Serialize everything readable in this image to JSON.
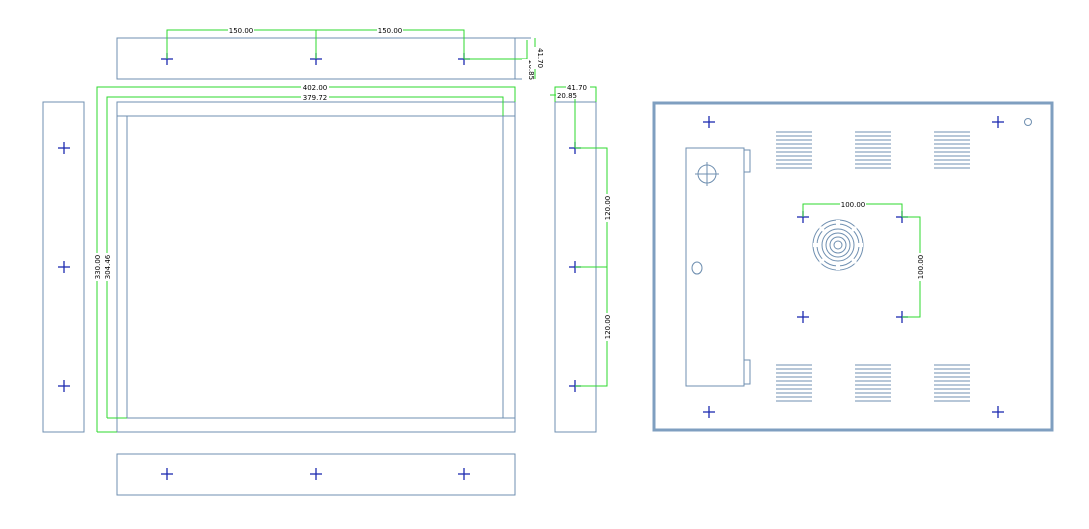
{
  "colors": {
    "outline": "#6f8fb0",
    "dimension_line": "#2ed82e",
    "mount_mark": "#1d2bb0",
    "text": "#000000"
  },
  "icons": {
    "mount_mark": "crosshair-plus",
    "fan_grille": "circular-fan-icon",
    "vent": "horizontal-vent-slots"
  },
  "dimensions": {
    "top_spacing_1": "150.00",
    "top_spacing_2": "150.00",
    "top_depth_half": "20.85",
    "top_depth_full": "41.70",
    "front_outer_width": "402.00",
    "front_inner_width": "379.72",
    "front_outer_height": "330.00",
    "front_inner_height": "304.46",
    "side_depth_full": "41.70",
    "side_depth_half": "20.85",
    "side_spacing_1": "120.00",
    "side_spacing_2": "120.00",
    "vesa_horizontal": "100.00",
    "vesa_vertical": "100.00"
  }
}
